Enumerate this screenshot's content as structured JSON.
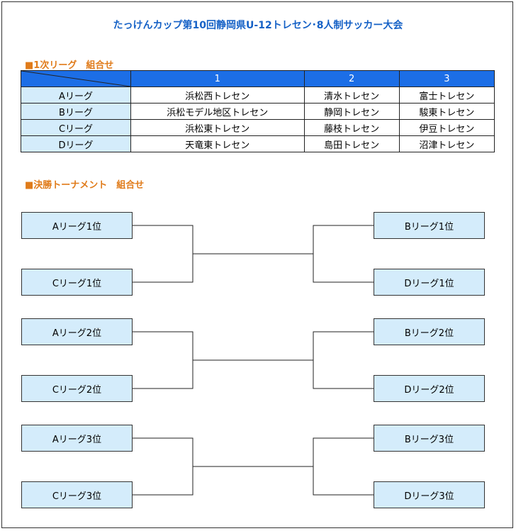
{
  "title": "たっけんカップ第10回静岡県U-12トレセン･8人制サッカー大会",
  "league_section": {
    "heading": "■1次リーグ　組合せ",
    "columns": [
      "1",
      "2",
      "3"
    ],
    "rows": [
      {
        "label": "Aリーグ",
        "teams": [
          "浜松西トレセン",
          "清水トレセン",
          "富士トレセン"
        ]
      },
      {
        "label": "Bリーグ",
        "teams": [
          "浜松モデル地区トレセン",
          "静岡トレセン",
          "駿東トレセン"
        ]
      },
      {
        "label": "Cリーグ",
        "teams": [
          "浜松東トレセン",
          "藤枝トレセン",
          "伊豆トレセン"
        ]
      },
      {
        "label": "Dリーグ",
        "teams": [
          "天竜東トレセン",
          "島田トレセン",
          "沼津トレセン"
        ]
      }
    ]
  },
  "tournament_section": {
    "heading": "■決勝トーナメント　組合せ",
    "brackets": [
      {
        "left_top": "Aリーグ1位",
        "left_bottom": "Cリーグ1位",
        "right_top": "Bリーグ1位",
        "right_bottom": "Dリーグ1位"
      },
      {
        "left_top": "Aリーグ2位",
        "left_bottom": "Cリーグ2位",
        "right_top": "Bリーグ2位",
        "right_bottom": "Dリーグ2位"
      },
      {
        "left_top": "Aリーグ3位",
        "left_bottom": "Cリーグ3位",
        "right_top": "Bリーグ3位",
        "right_bottom": "Dリーグ3位"
      }
    ]
  },
  "colors": {
    "title": "#1561c6",
    "heading": "#e07b1a",
    "table_header": "#1c6ee6",
    "cell_fill": "#d4ecfb"
  }
}
